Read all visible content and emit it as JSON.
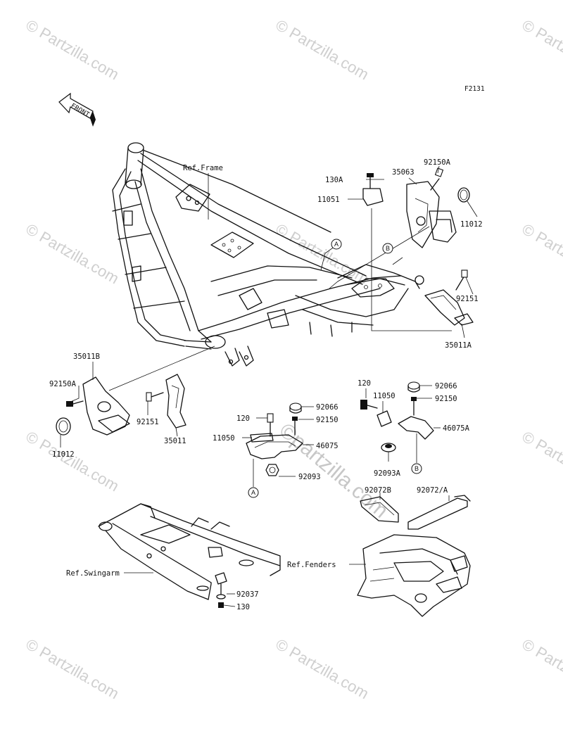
{
  "figure_code": "F2131",
  "front_label": "FRONT",
  "watermark": {
    "text": "© Partzilla.com",
    "center_text": "©partzilla.com"
  },
  "refs": {
    "frame": "Ref.Frame",
    "swingarm": "Ref.Swingarm",
    "fenders": "Ref.Fenders"
  },
  "callouts": {
    "a": "A",
    "b": "B"
  },
  "parts": {
    "p130A": "130A",
    "p11051": "11051",
    "p35063": "35063",
    "p92150A_top": "92150A",
    "p11012_right": "11012",
    "p92151_right": "92151",
    "p35011A": "35011A",
    "p35011B": "35011B",
    "p92150A_left": "92150A",
    "p11012_left": "11012",
    "p92151_left": "92151",
    "p35011": "35011",
    "p120_mid": "120",
    "p92066_mid": "92066",
    "p92150_mid": "92150",
    "p11050_mid": "11050",
    "p46075": "46075",
    "p92093": "92093",
    "p120_right": "120",
    "p11050_right": "11050",
    "p92066_right": "92066",
    "p92150_right": "92150",
    "p46075A": "46075A",
    "p92093A": "92093A",
    "p92072B": "92072B",
    "p92072A": "92072/A",
    "p92037": "92037",
    "p130": "130"
  }
}
